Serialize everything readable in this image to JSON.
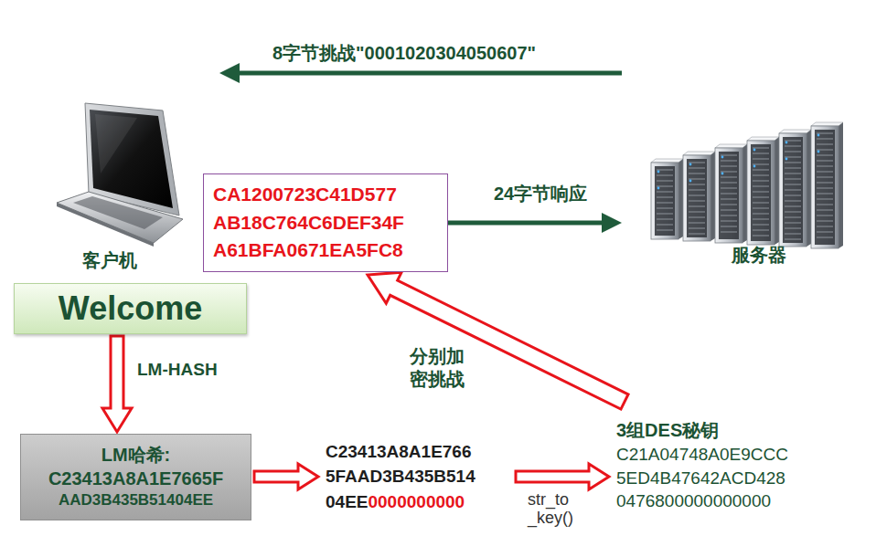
{
  "diagram": {
    "nodes": [
      {
        "text": [
          "客户机"
        ]
      },
      {
        "text": [
          "服务器"
        ]
      },
      {
        "text": [
          "CA1200723C41D577",
          "AB18C764C6DEF34F",
          "A61BFA0671EA5FC8"
        ]
      },
      {
        "text": [
          "Welcome"
        ]
      },
      {
        "text": [
          "LM哈希:",
          "C23413A8A1E7665F",
          "AAD3B435B51404EE"
        ]
      },
      {
        "text": [
          "C23413A8A1E766",
          "5FAAD3B435B514",
          "04EE",
          "0000000000"
        ]
      },
      {
        "text": [
          "3组DES秘钥",
          "C21A04748A0E9CCC",
          "5ED4B47642ACD428",
          "0476800000000000"
        ]
      }
    ],
    "edges": [
      {
        "from": 1,
        "to": 0,
        "arrow": "to",
        "label": "8字节挑战\"0001020304050607\""
      },
      {
        "from": 2,
        "to": 1,
        "arrow": "to",
        "label": "24字节响应"
      },
      {
        "from": 3,
        "to": 4,
        "arrow": "to",
        "label": "LM-HASH"
      },
      {
        "from": 4,
        "to": 5,
        "arrow": "to"
      },
      {
        "from": 5,
        "to": 6,
        "arrow": "to",
        "label": "str_to _key()"
      },
      {
        "from": 6,
        "to": 2,
        "arrow": "to",
        "label": "分别加 密挑战"
      }
    ]
  }
}
